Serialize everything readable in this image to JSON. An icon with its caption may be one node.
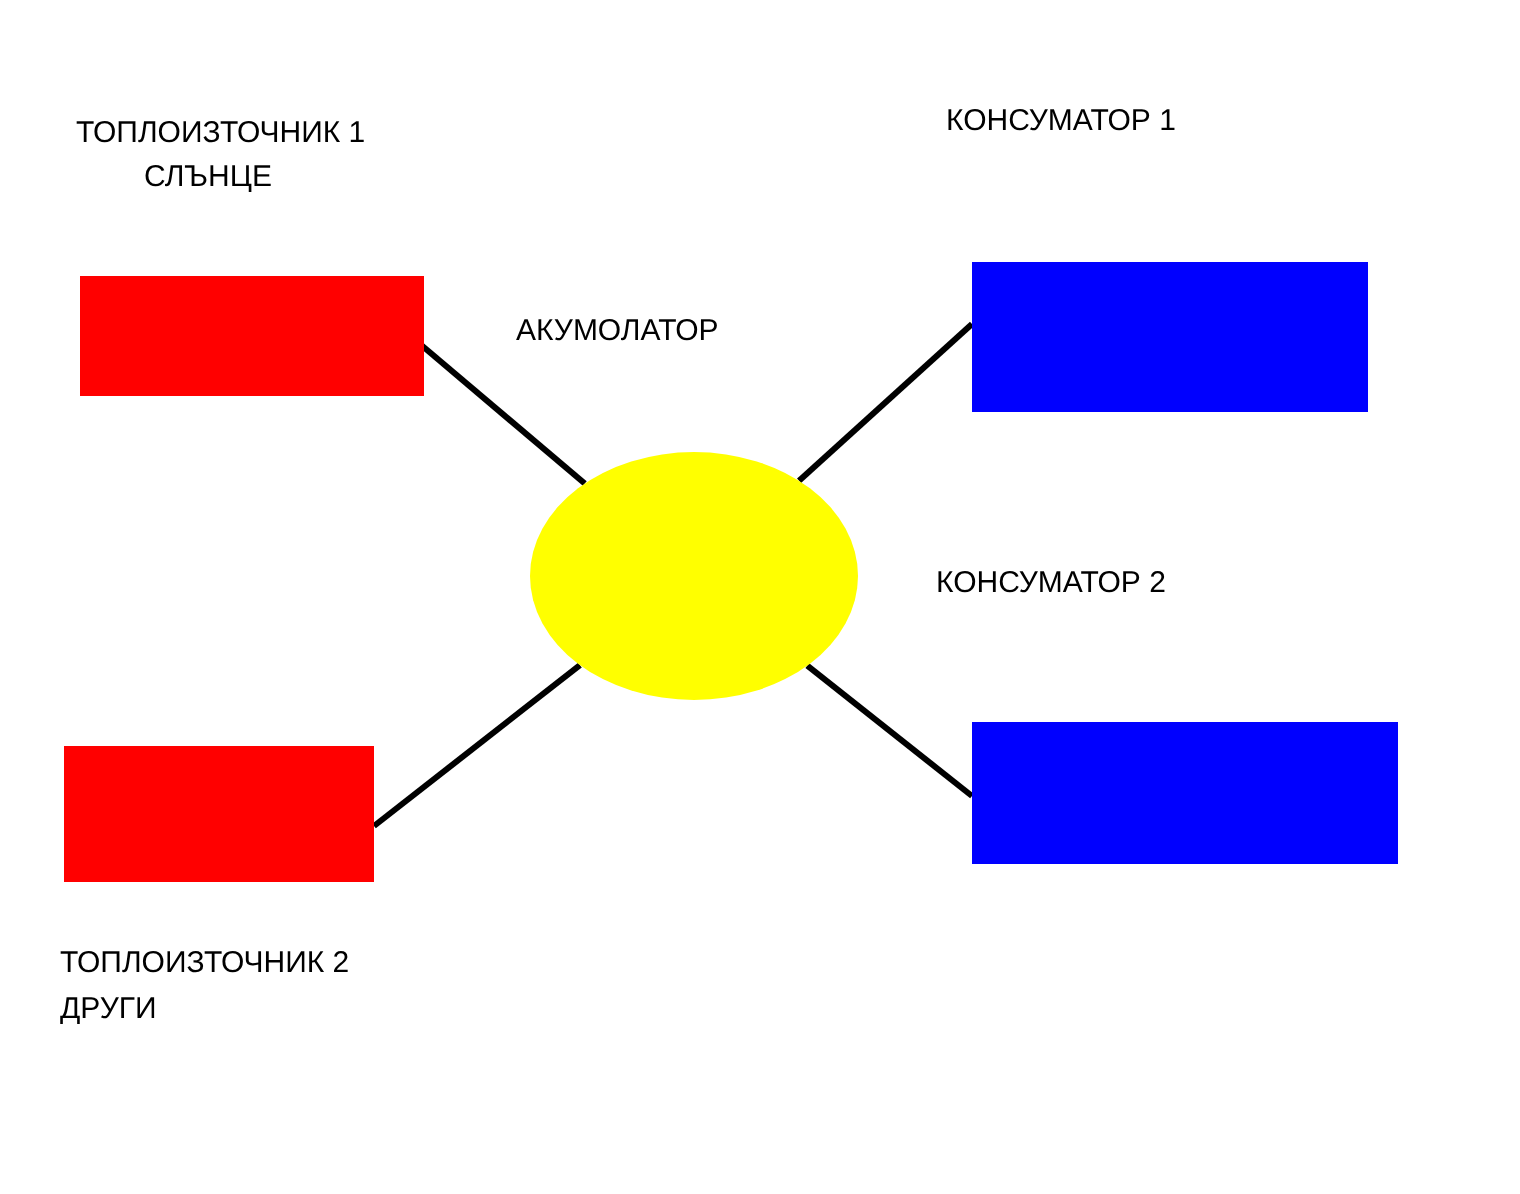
{
  "diagram": {
    "nodes": [
      {
        "text": [
          "ТОПЛОИЗТОЧНИК 1",
          "СЛЪНЦЕ"
        ]
      },
      {
        "text": [
          "КОНСУМАТОР 1"
        ]
      },
      {
        "text": [],
        "shape": "ellipse"
      },
      {
        "text": [],
        "shape": "box"
      },
      {
        "text": [
          "ТОПЛОИЗТОЧНИК 2",
          "ДРУГИ"
        ]
      }
    ],
    "edges": [
      {
        "from": 0,
        "to": 2,
        "arrow": "none"
      },
      {
        "from": 1,
        "to": 2,
        "arrow": "none"
      },
      {
        "from": 4,
        "to": 2,
        "arrow": "none"
      },
      {
        "from": 3,
        "to": 2,
        "arrow": "none"
      }
    ],
    "labels": [
      "АКУМОЛАТОР",
      "КОНСУМАТОР 2"
    ]
  }
}
